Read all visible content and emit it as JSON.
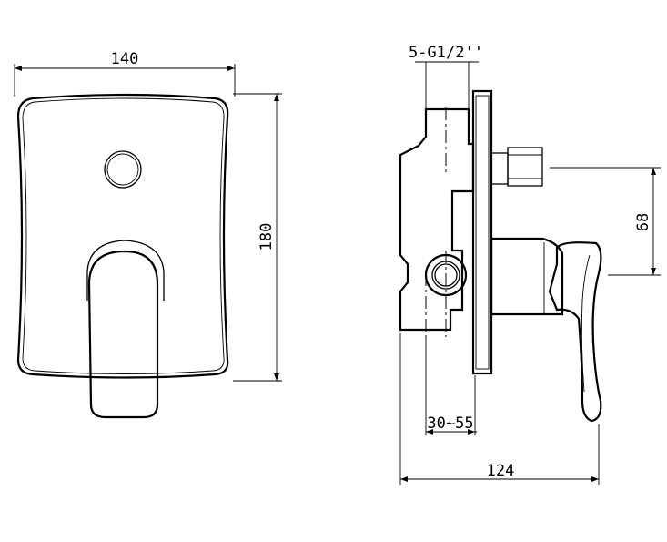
{
  "front_view": {
    "width_label": "140",
    "height_label": "180"
  },
  "side_view": {
    "thread_label": "5-G1/2''",
    "handle_offset_label": "68",
    "depth_range_label": "30~55",
    "total_depth_label": "124"
  }
}
